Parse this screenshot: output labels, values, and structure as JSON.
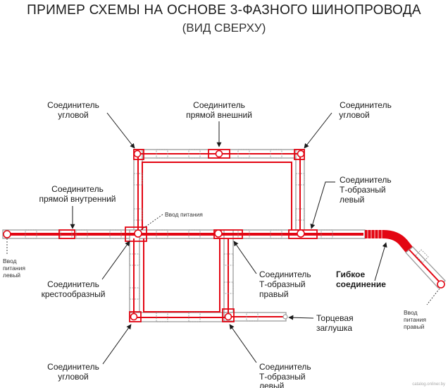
{
  "title": "ПРИМЕР СХЕМЫ НА ОСНОВЕ 3-ФАЗНОГО ШИНОПРОВОДА",
  "subtitle": "(ВИД СВЕРХУ)",
  "labels": {
    "corner_top_left": [
      "Соединитель",
      "угловой"
    ],
    "straight_outer": [
      "Соединитель",
      "прямой внешний"
    ],
    "corner_top_right": [
      "Соединитель",
      "угловой"
    ],
    "straight_inner": [
      "Соединитель",
      "прямой внутренний"
    ],
    "t_left_upper": [
      "Соединитель",
      "Т-образный",
      "левый"
    ],
    "power_feed": [
      "Ввод питания"
    ],
    "power_left": [
      "Ввод",
      "питания",
      "левый"
    ],
    "cross": [
      "Соединитель",
      "крестообразный"
    ],
    "t_right": [
      "Соединитель",
      "Т-образный",
      "правый"
    ],
    "flexible": [
      "Гибкое",
      "соединение"
    ],
    "end_cap": [
      "Торцевая",
      "заглушка"
    ],
    "power_right": [
      "Ввод",
      "питания",
      "правый"
    ],
    "corner_bottom": [
      "Соединитель",
      "угловой"
    ],
    "t_left_lower": [
      "Соединитель",
      "Т-образный",
      "левый"
    ]
  },
  "watermark": "catalog.onliner.by",
  "colors": {
    "accent": "#e30613",
    "rail": "#9a9a9a",
    "text": "#1a1a1a"
  }
}
